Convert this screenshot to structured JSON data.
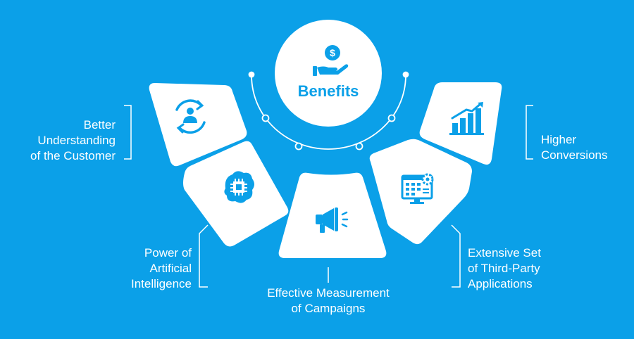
{
  "center": {
    "title": "Benefits",
    "icon": "money-hand-icon"
  },
  "colors": {
    "background": "#0ba0e8",
    "card": "#ffffff",
    "icon": "#0ba0e8"
  },
  "benefits": [
    {
      "lines": [
        "Better",
        "Understanding",
        "of the Customer"
      ],
      "icon": "customer-refresh-icon"
    },
    {
      "lines": [
        "Power of",
        "Artificial",
        "Intelligence"
      ],
      "icon": "brain-chip-icon"
    },
    {
      "lines": [
        "Effective Measurement",
        "of Campaigns"
      ],
      "icon": "megaphone-icon"
    },
    {
      "lines": [
        "Extensive Set",
        "of Third-Party",
        "Applications"
      ],
      "icon": "app-dashboard-icon"
    },
    {
      "lines": [
        "Higher",
        "Conversions"
      ],
      "icon": "bar-chart-growth-icon"
    }
  ]
}
